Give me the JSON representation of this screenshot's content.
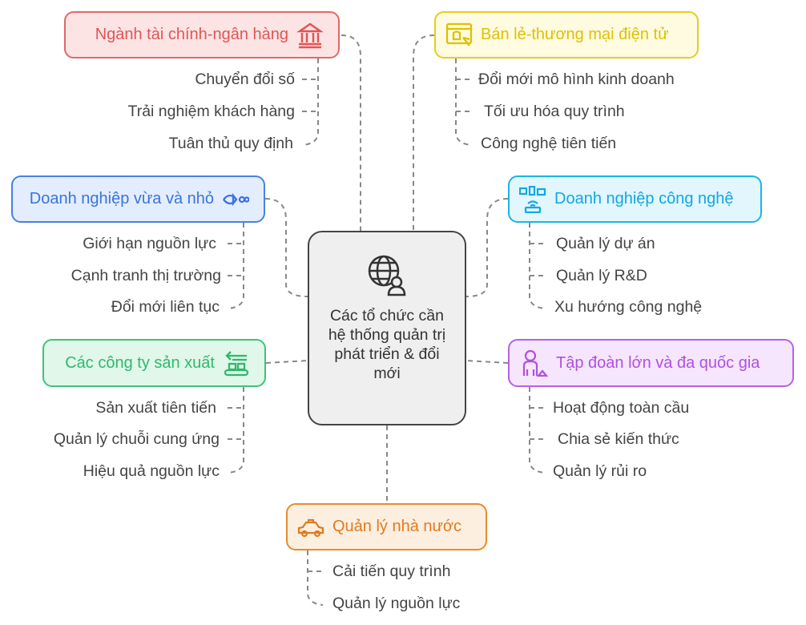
{
  "center": {
    "title": "Các tổ chức cần hệ thống quản trị phát triển & đổi mới",
    "icon": "globe-user-icon"
  },
  "branches": [
    {
      "id": "finance",
      "label": "Ngành tài chính-ngân hàng",
      "icon": "bank-icon",
      "color": "#e05555",
      "items": [
        "Chuyển đổi số",
        "Trải nghiệm khách hàng",
        "Tuân thủ quy định"
      ]
    },
    {
      "id": "retail",
      "label": "Bán lẻ-thương mại điện tử",
      "icon": "online-shop-icon",
      "color": "#e0c000",
      "items": [
        "Đổi mới mô hình kinh doanh",
        "Tối ưu hóa quy trình",
        "Công nghệ tiên tiến"
      ]
    },
    {
      "id": "sme",
      "label": "Doanh nghiệp vừa và nhỏ",
      "icon": "small-fish-icon",
      "color": "#3a74dc",
      "items": [
        "Giới hạn nguồn lực",
        "Cạnh tranh thị trường",
        "Đổi mới liên tục"
      ]
    },
    {
      "id": "tech",
      "label": "Doanh nghiệp công nghệ",
      "icon": "devices-network-icon",
      "color": "#10a8e0",
      "items": [
        "Quản lý dự án",
        "Quản lý R&D",
        "Xu hướng công nghệ"
      ]
    },
    {
      "id": "manufacturing",
      "label": "Các công ty sản xuất",
      "icon": "conveyor-icon",
      "color": "#30b86e",
      "items": [
        "Sản xuất tiên tiến",
        "Quản lý chuỗi cung ứng",
        "Hiệu quả nguồn lực"
      ]
    },
    {
      "id": "corp",
      "label": "Tập đoàn lớn và đa quốc gia",
      "icon": "global-worker-icon",
      "color": "#b050e0",
      "items": [
        "Hoạt động toàn cầu",
        "Chia sẻ kiến thức",
        "Quản lý rủi ro"
      ]
    },
    {
      "id": "state",
      "label": "Quản lý nhà nước",
      "icon": "car-icon",
      "color": "#e07a20",
      "items": [
        "Cải tiến quy trình",
        "Quản lý nguồn lực"
      ]
    }
  ]
}
